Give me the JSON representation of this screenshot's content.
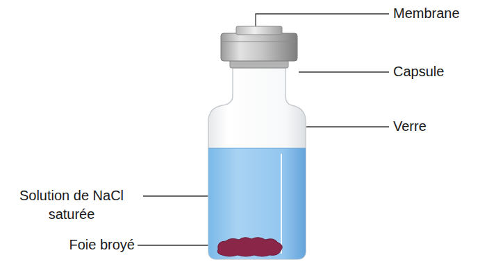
{
  "diagram": {
    "labels": [
      "Membrane",
      "Capsule",
      "Verre",
      "Solution de NaCl saturée",
      "Foie broyé"
    ]
  }
}
